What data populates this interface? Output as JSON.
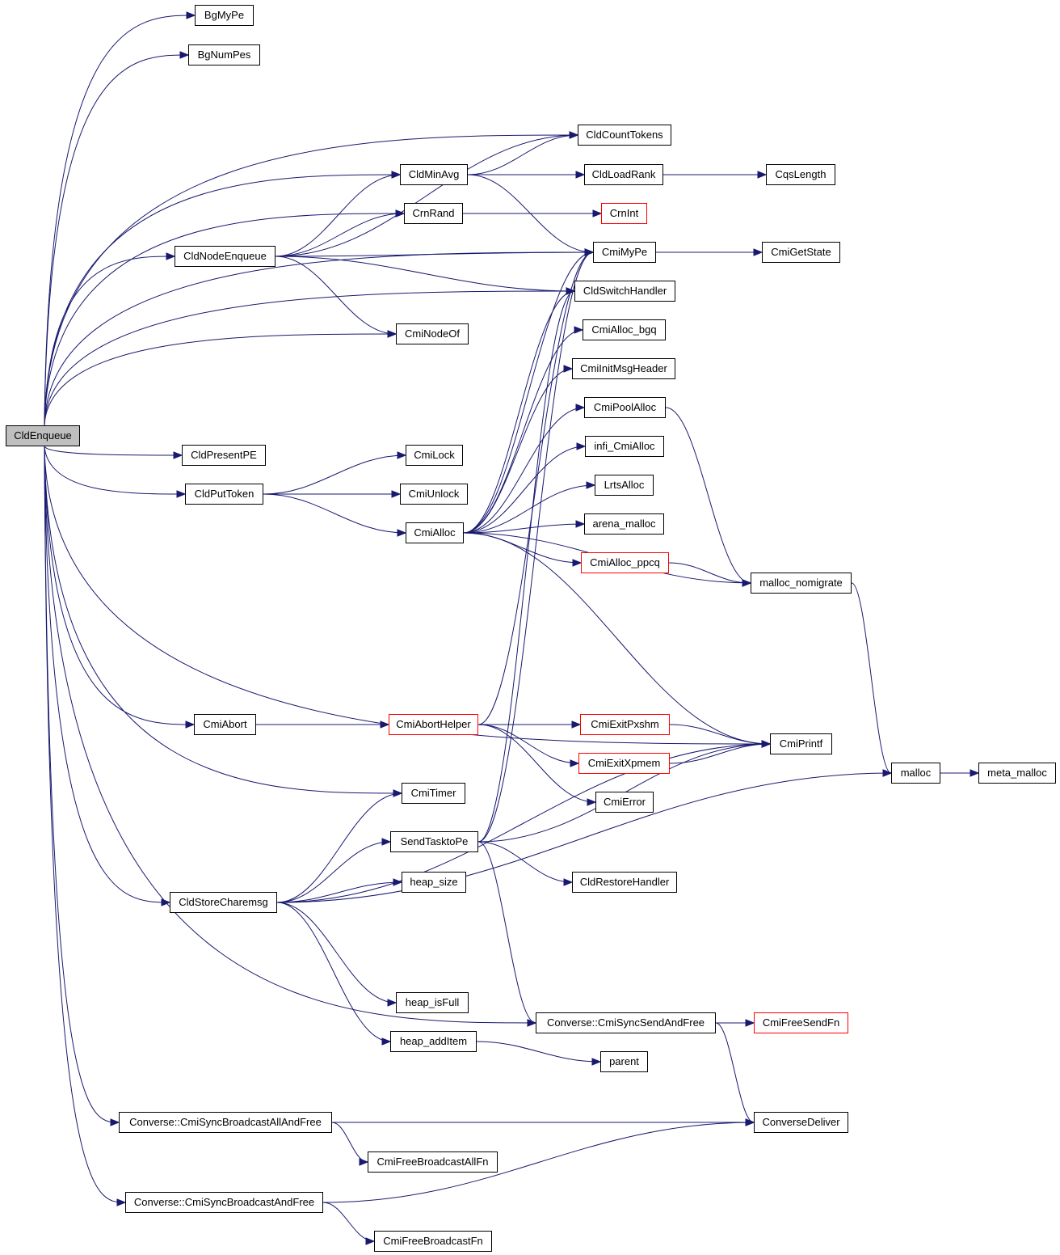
{
  "graph": {
    "type": "call-graph",
    "edge_color": "#191970",
    "root_fill": "#bfbfbf",
    "undocumented_border": "#ff0000",
    "nodes": [
      {
        "id": "CldEnqueue",
        "label": "CldEnqueue",
        "root": true
      },
      {
        "id": "BgMyPe",
        "label": "BgMyPe"
      },
      {
        "id": "BgNumPes",
        "label": "BgNumPes"
      },
      {
        "id": "CldCountTokens",
        "label": "CldCountTokens"
      },
      {
        "id": "CldMinAvg",
        "label": "CldMinAvg"
      },
      {
        "id": "CldLoadRank",
        "label": "CldLoadRank"
      },
      {
        "id": "CqsLength",
        "label": "CqsLength"
      },
      {
        "id": "CrnRand",
        "label": "CrnRand"
      },
      {
        "id": "CrnInt",
        "label": "CrnInt",
        "red": true
      },
      {
        "id": "CldNodeEnqueue",
        "label": "CldNodeEnqueue"
      },
      {
        "id": "CmiMyPe",
        "label": "CmiMyPe"
      },
      {
        "id": "CmiGetState",
        "label": "CmiGetState"
      },
      {
        "id": "CldSwitchHandler",
        "label": "CldSwitchHandler"
      },
      {
        "id": "CmiNodeOf",
        "label": "CmiNodeOf"
      },
      {
        "id": "CmiAlloc_bgq",
        "label": "CmiAlloc_bgq"
      },
      {
        "id": "CmiInitMsgHeader",
        "label": "CmiInitMsgHeader"
      },
      {
        "id": "CmiPoolAlloc",
        "label": "CmiPoolAlloc"
      },
      {
        "id": "infi_CmiAlloc",
        "label": "infi_CmiAlloc"
      },
      {
        "id": "CldPresentPE",
        "label": "CldPresentPE"
      },
      {
        "id": "CmiLock",
        "label": "CmiLock"
      },
      {
        "id": "CldPutToken",
        "label": "CldPutToken"
      },
      {
        "id": "CmiUnlock",
        "label": "CmiUnlock"
      },
      {
        "id": "LrtsAlloc",
        "label": "LrtsAlloc"
      },
      {
        "id": "arena_malloc",
        "label": "arena_malloc"
      },
      {
        "id": "CmiAlloc",
        "label": "CmiAlloc"
      },
      {
        "id": "CmiAlloc_ppcq",
        "label": "CmiAlloc_ppcq",
        "red": true
      },
      {
        "id": "malloc_nomigrate",
        "label": "malloc_nomigrate"
      },
      {
        "id": "CmiAbort",
        "label": "CmiAbort"
      },
      {
        "id": "CmiAbortHelper",
        "label": "CmiAbortHelper",
        "red": true
      },
      {
        "id": "CmiExitPxshm",
        "label": "CmiExitPxshm",
        "red": true
      },
      {
        "id": "CmiPrintf",
        "label": "CmiPrintf"
      },
      {
        "id": "CmiExitXpmem",
        "label": "CmiExitXpmem",
        "red": true
      },
      {
        "id": "malloc",
        "label": "malloc"
      },
      {
        "id": "meta_malloc",
        "label": "meta_malloc"
      },
      {
        "id": "CmiTimer",
        "label": "CmiTimer"
      },
      {
        "id": "CmiError",
        "label": "CmiError"
      },
      {
        "id": "SendTasktoPe",
        "label": "SendTasktoPe"
      },
      {
        "id": "CldRestoreHandler",
        "label": "CldRestoreHandler"
      },
      {
        "id": "heap_size",
        "label": "heap_size"
      },
      {
        "id": "CldStoreCharemsg",
        "label": "CldStoreCharemsg"
      },
      {
        "id": "heap_isFull",
        "label": "heap_isFull"
      },
      {
        "id": "ConverseCmiSyncSendAndFree",
        "label": "Converse::CmiSyncSendAndFree"
      },
      {
        "id": "CmiFreeSendFn",
        "label": "CmiFreeSendFn",
        "red": true
      },
      {
        "id": "heap_addItem",
        "label": "heap_addItem"
      },
      {
        "id": "parent",
        "label": "parent"
      },
      {
        "id": "ConverseCmiSyncBroadcastAllAndFree",
        "label": "Converse::CmiSyncBroadcastAllAndFree"
      },
      {
        "id": "ConverseDeliver",
        "label": "ConverseDeliver"
      },
      {
        "id": "CmiFreeBroadcastAllFn",
        "label": "CmiFreeBroadcastAllFn"
      },
      {
        "id": "ConverseCmiSyncBroadcastAndFree",
        "label": "Converse::CmiSyncBroadcastAndFree"
      },
      {
        "id": "CmiFreeBroadcastFn",
        "label": "CmiFreeBroadcastFn"
      }
    ],
    "edges": [
      [
        "CldEnqueue",
        "BgMyPe"
      ],
      [
        "CldEnqueue",
        "BgNumPes"
      ],
      [
        "CldEnqueue",
        "CldCountTokens"
      ],
      [
        "CldEnqueue",
        "CldMinAvg"
      ],
      [
        "CldEnqueue",
        "CrnRand"
      ],
      [
        "CldEnqueue",
        "CldNodeEnqueue"
      ],
      [
        "CldEnqueue",
        "CmiNodeOf"
      ],
      [
        "CldEnqueue",
        "CmiMyPe"
      ],
      [
        "CldEnqueue",
        "CldSwitchHandler"
      ],
      [
        "CldEnqueue",
        "CldPresentPE"
      ],
      [
        "CldEnqueue",
        "CldPutToken"
      ],
      [
        "CldEnqueue",
        "CmiPrintf"
      ],
      [
        "CldEnqueue",
        "CmiAbort"
      ],
      [
        "CldEnqueue",
        "CmiTimer"
      ],
      [
        "CldEnqueue",
        "CldStoreCharemsg"
      ],
      [
        "CldEnqueue",
        "ConverseCmiSyncSendAndFree"
      ],
      [
        "CldEnqueue",
        "ConverseCmiSyncBroadcastAllAndFree"
      ],
      [
        "CldEnqueue",
        "ConverseCmiSyncBroadcastAndFree"
      ],
      [
        "CldNodeEnqueue",
        "CldCountTokens"
      ],
      [
        "CldNodeEnqueue",
        "CldMinAvg"
      ],
      [
        "CldNodeEnqueue",
        "CrnRand"
      ],
      [
        "CldNodeEnqueue",
        "CmiMyPe"
      ],
      [
        "CldNodeEnqueue",
        "CldSwitchHandler"
      ],
      [
        "CldNodeEnqueue",
        "CmiNodeOf"
      ],
      [
        "CldMinAvg",
        "CldCountTokens"
      ],
      [
        "CldMinAvg",
        "CldLoadRank"
      ],
      [
        "CldMinAvg",
        "CmiMyPe"
      ],
      [
        "CldLoadRank",
        "CqsLength"
      ],
      [
        "CrnRand",
        "CrnInt"
      ],
      [
        "CmiMyPe",
        "CmiGetState"
      ],
      [
        "CldPutToken",
        "CmiLock"
      ],
      [
        "CldPutToken",
        "CmiUnlock"
      ],
      [
        "CldPutToken",
        "CmiAlloc"
      ],
      [
        "CmiAlloc",
        "CmiMyPe"
      ],
      [
        "CmiAlloc",
        "CldSwitchHandler"
      ],
      [
        "CmiAlloc",
        "CmiAlloc_bgq"
      ],
      [
        "CmiAlloc",
        "CmiInitMsgHeader"
      ],
      [
        "CmiAlloc",
        "CmiPoolAlloc"
      ],
      [
        "CmiAlloc",
        "infi_CmiAlloc"
      ],
      [
        "CmiAlloc",
        "LrtsAlloc"
      ],
      [
        "CmiAlloc",
        "arena_malloc"
      ],
      [
        "CmiAlloc",
        "CmiAlloc_ppcq"
      ],
      [
        "CmiAlloc",
        "malloc_nomigrate"
      ],
      [
        "CmiAlloc",
        "CmiPrintf"
      ],
      [
        "CmiPoolAlloc",
        "malloc_nomigrate"
      ],
      [
        "CmiAlloc_ppcq",
        "malloc_nomigrate"
      ],
      [
        "malloc_nomigrate",
        "malloc"
      ],
      [
        "malloc",
        "meta_malloc"
      ],
      [
        "CmiAbort",
        "CmiAbortHelper"
      ],
      [
        "CmiAbortHelper",
        "CmiMyPe"
      ],
      [
        "CmiAbortHelper",
        "CmiExitPxshm"
      ],
      [
        "CmiAbortHelper",
        "CmiExitXpmem"
      ],
      [
        "CmiAbortHelper",
        "CmiError"
      ],
      [
        "CmiExitPxshm",
        "CmiPrintf"
      ],
      [
        "CmiExitXpmem",
        "CmiPrintf"
      ],
      [
        "SendTasktoPe",
        "CmiMyPe"
      ],
      [
        "SendTasktoPe",
        "CldSwitchHandler"
      ],
      [
        "SendTasktoPe",
        "CmiPrintf"
      ],
      [
        "SendTasktoPe",
        "CldRestoreHandler"
      ],
      [
        "SendTasktoPe",
        "ConverseCmiSyncSendAndFree"
      ],
      [
        "CldStoreCharemsg",
        "CmiTimer"
      ],
      [
        "CldStoreCharemsg",
        "SendTasktoPe"
      ],
      [
        "CldStoreCharemsg",
        "heap_size"
      ],
      [
        "CldStoreCharemsg",
        "CmiPrintf"
      ],
      [
        "CldStoreCharemsg",
        "malloc"
      ],
      [
        "CldStoreCharemsg",
        "heap_isFull"
      ],
      [
        "CldStoreCharemsg",
        "heap_addItem"
      ],
      [
        "heap_addItem",
        "parent"
      ],
      [
        "ConverseCmiSyncSendAndFree",
        "CmiFreeSendFn"
      ],
      [
        "ConverseCmiSyncSendAndFree",
        "ConverseDeliver"
      ],
      [
        "ConverseCmiSyncBroadcastAllAndFree",
        "ConverseDeliver"
      ],
      [
        "ConverseCmiSyncBroadcastAllAndFree",
        "CmiFreeBroadcastAllFn"
      ],
      [
        "ConverseCmiSyncBroadcastAndFree",
        "ConverseDeliver"
      ],
      [
        "ConverseCmiSyncBroadcastAndFree",
        "CmiFreeBroadcastFn"
      ]
    ]
  }
}
